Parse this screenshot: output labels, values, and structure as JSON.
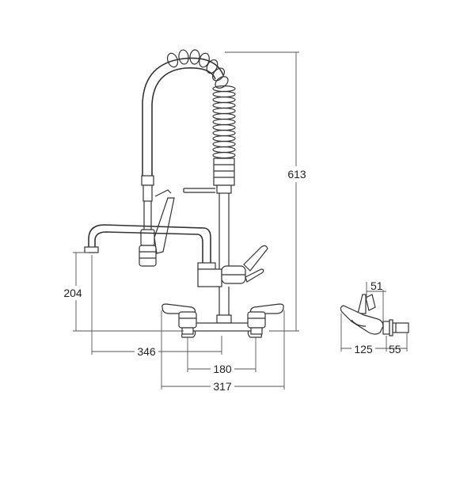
{
  "dimensions": {
    "overall_height": "613",
    "spout_height": "204",
    "spout_reach": "346",
    "inlet_centres": "180",
    "overall_width": "317",
    "side_top": "51",
    "side_depth": "125",
    "side_inlet": "55"
  }
}
